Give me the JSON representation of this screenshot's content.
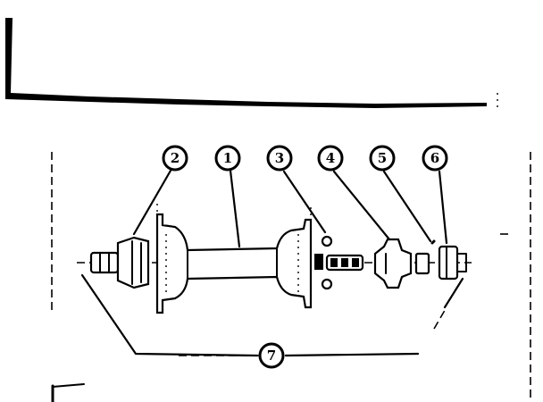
{
  "callouts": {
    "c2": "2",
    "c1": "1",
    "c3": "3",
    "c4": "4",
    "c5": "5",
    "c6": "6",
    "c7": "7"
  }
}
